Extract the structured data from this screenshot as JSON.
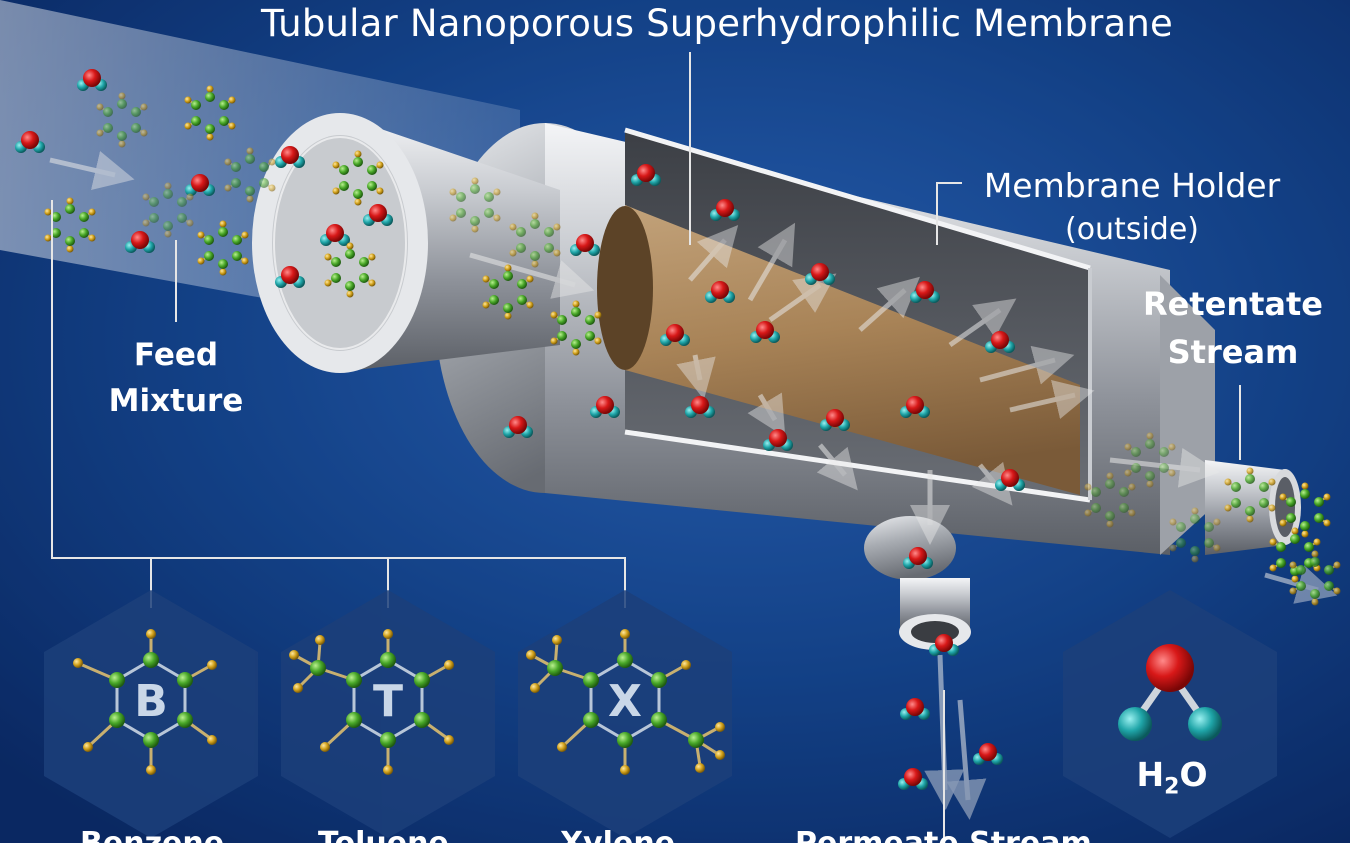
{
  "title": "Tubular Nanoporous Superhydrophilic Membrane",
  "feed": {
    "line1": "Feed",
    "line2": "Mixture"
  },
  "membrane_holder": {
    "line1": "Membrane Holder",
    "line2": "(outside)"
  },
  "retentate": {
    "line1": "Retentate",
    "line2": "Stream"
  },
  "hexagons": [
    {
      "letter": "B",
      "caption": "Benzene"
    },
    {
      "letter": "T",
      "caption": "Toluene"
    },
    {
      "letter": "X",
      "caption": "Xylene"
    }
  ],
  "water": {
    "formula_main": "H",
    "formula_sub": "2",
    "formula_end": "O"
  },
  "permeate": {
    "caption": "Permeate Stream"
  },
  "colors": {
    "background": "#14438f",
    "metal": "#b9bcc1",
    "membrane": "#9e7d55",
    "oxygen": "#d81818",
    "hydrogen": "#1fa5a8",
    "carbon": "#49a829",
    "ring_hydrogen": "#d2a21c"
  },
  "icons": [
    "water-molecule-icon",
    "aromatic-molecule-icon",
    "flow-arrow-icon"
  ]
}
